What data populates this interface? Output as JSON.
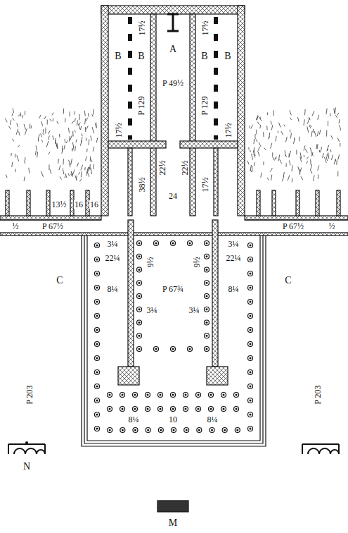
{
  "diagram": {
    "labels": [
      "A",
      "B",
      "B",
      "B",
      "B",
      "P 49½",
      "17½",
      "17½",
      "P 129",
      "P 129",
      "17½",
      "17½",
      "22½",
      "22½",
      "38½",
      "24",
      "17½",
      "13½",
      "16",
      "16",
      "½",
      "P 67½",
      "P 67½",
      "½",
      "3¼",
      "22¼",
      "8¼",
      "3¼",
      "22¼",
      "8¼",
      "9½",
      "9½",
      "P 67¾",
      "3¼",
      "3¼",
      "8¼",
      "10",
      "8¼",
      "C",
      "C",
      "P 203",
      "P 203",
      "N",
      "M"
    ]
  }
}
